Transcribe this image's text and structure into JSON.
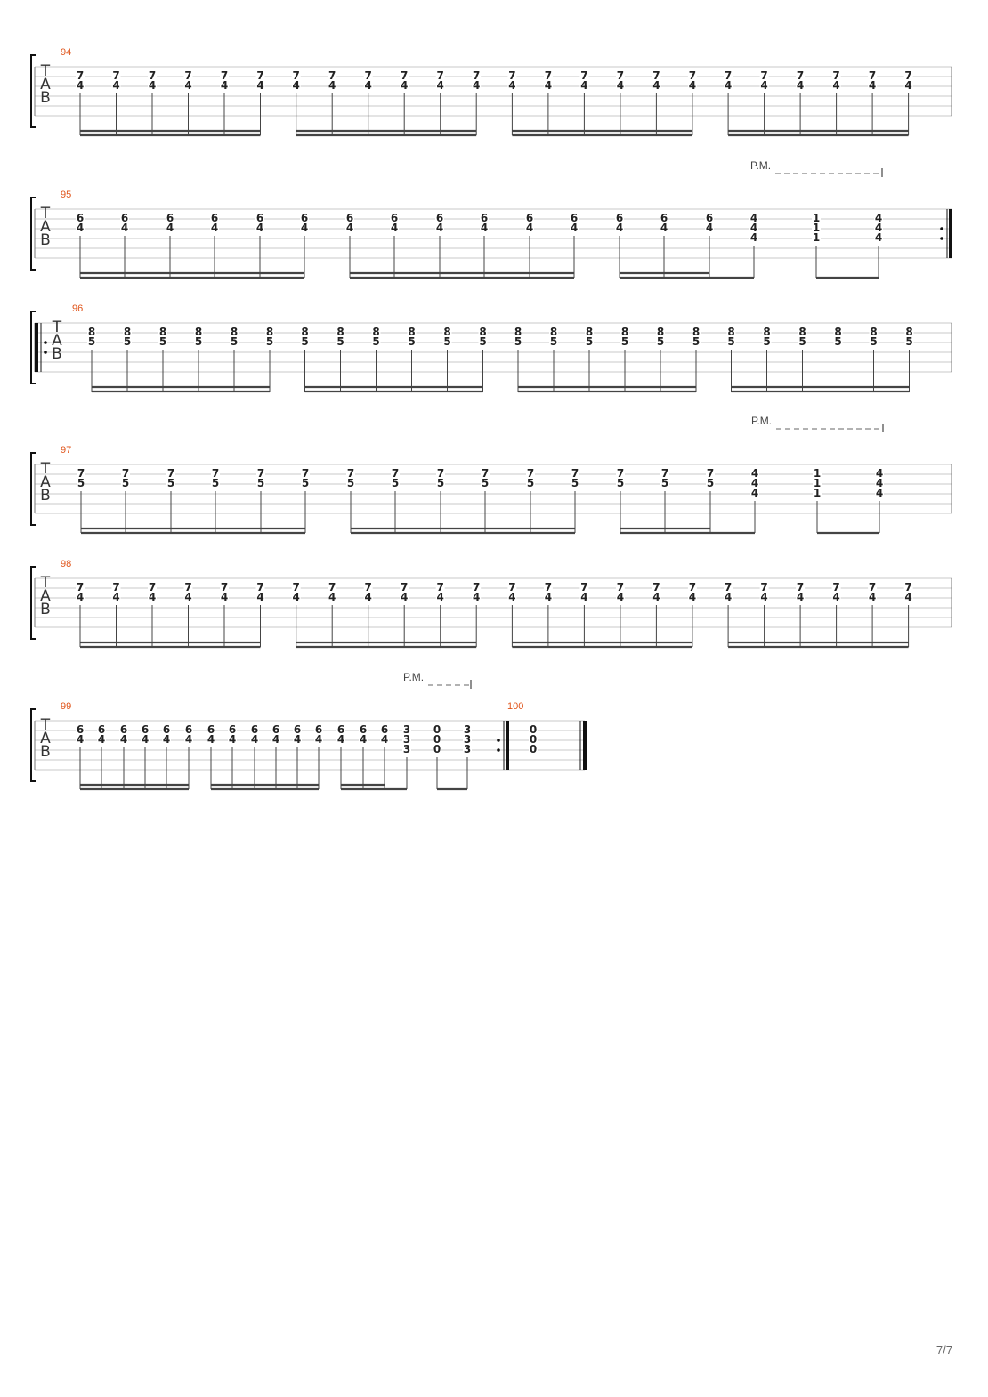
{
  "page_number": "7/7",
  "tab_clef": [
    "T",
    "A",
    "B"
  ],
  "pm_label": "P.M.",
  "colors": {
    "bar_number": "#e0541a",
    "ink": "#222222",
    "staff_line": "#c8c8c8"
  },
  "systems": [
    {
      "bar_number": "94",
      "repeat_start": false,
      "repeat_end": false,
      "final": false,
      "palm_mute": null,
      "groups": [
        {
          "beam": 2,
          "notes": [
            [
              "7",
              "4"
            ],
            [
              "7",
              "4"
            ],
            [
              "7",
              "4"
            ],
            [
              "7",
              "4"
            ],
            [
              "7",
              "4"
            ],
            [
              "7",
              "4"
            ]
          ]
        },
        {
          "beam": 2,
          "notes": [
            [
              "7",
              "4"
            ],
            [
              "7",
              "4"
            ],
            [
              "7",
              "4"
            ],
            [
              "7",
              "4"
            ],
            [
              "7",
              "4"
            ],
            [
              "7",
              "4"
            ]
          ]
        },
        {
          "beam": 2,
          "notes": [
            [
              "7",
              "4"
            ],
            [
              "7",
              "4"
            ],
            [
              "7",
              "4"
            ],
            [
              "7",
              "4"
            ],
            [
              "7",
              "4"
            ],
            [
              "7",
              "4"
            ]
          ]
        },
        {
          "beam": 2,
          "notes": [
            [
              "7",
              "4"
            ],
            [
              "7",
              "4"
            ],
            [
              "7",
              "4"
            ],
            [
              "7",
              "4"
            ],
            [
              "7",
              "4"
            ],
            [
              "7",
              "4"
            ]
          ]
        }
      ]
    },
    {
      "bar_number": "95",
      "repeat_start": false,
      "repeat_end": true,
      "final": false,
      "palm_mute": {
        "from_note": 15,
        "to_note": 17
      },
      "groups": [
        {
          "beam": 2,
          "notes": [
            [
              "6",
              "4"
            ],
            [
              "6",
              "4"
            ],
            [
              "6",
              "4"
            ],
            [
              "6",
              "4"
            ],
            [
              "6",
              "4"
            ],
            [
              "6",
              "4"
            ]
          ]
        },
        {
          "beam": 2,
          "notes": [
            [
              "6",
              "4"
            ],
            [
              "6",
              "4"
            ],
            [
              "6",
              "4"
            ],
            [
              "6",
              "4"
            ],
            [
              "6",
              "4"
            ],
            [
              "6",
              "4"
            ]
          ]
        },
        {
          "beam": 2,
          "beam1_to": 4,
          "notes": [
            [
              "6",
              "4"
            ],
            [
              "6",
              "4"
            ],
            [
              "6",
              "4"
            ],
            [
              "4",
              "4",
              "4"
            ]
          ]
        },
        {
          "beam": 1,
          "notes": [
            [
              "1",
              "1",
              "1"
            ],
            [
              "4",
              "4",
              "4"
            ]
          ]
        }
      ]
    },
    {
      "bar_number": "96",
      "repeat_start": true,
      "repeat_end": false,
      "final": false,
      "palm_mute": null,
      "groups": [
        {
          "beam": 2,
          "notes": [
            [
              "8",
              "5"
            ],
            [
              "8",
              "5"
            ],
            [
              "8",
              "5"
            ],
            [
              "8",
              "5"
            ],
            [
              "8",
              "5"
            ],
            [
              "8",
              "5"
            ]
          ]
        },
        {
          "beam": 2,
          "notes": [
            [
              "8",
              "5"
            ],
            [
              "8",
              "5"
            ],
            [
              "8",
              "5"
            ],
            [
              "8",
              "5"
            ],
            [
              "8",
              "5"
            ],
            [
              "8",
              "5"
            ]
          ]
        },
        {
          "beam": 2,
          "notes": [
            [
              "8",
              "5"
            ],
            [
              "8",
              "5"
            ],
            [
              "8",
              "5"
            ],
            [
              "8",
              "5"
            ],
            [
              "8",
              "5"
            ],
            [
              "8",
              "5"
            ]
          ]
        },
        {
          "beam": 2,
          "notes": [
            [
              "8",
              "5"
            ],
            [
              "8",
              "5"
            ],
            [
              "8",
              "5"
            ],
            [
              "8",
              "5"
            ],
            [
              "8",
              "5"
            ],
            [
              "8",
              "5"
            ]
          ]
        }
      ]
    },
    {
      "bar_number": "97",
      "repeat_start": false,
      "repeat_end": false,
      "final": false,
      "palm_mute": {
        "from_note": 15,
        "to_note": 17
      },
      "groups": [
        {
          "beam": 2,
          "notes": [
            [
              "7",
              "5"
            ],
            [
              "7",
              "5"
            ],
            [
              "7",
              "5"
            ],
            [
              "7",
              "5"
            ],
            [
              "7",
              "5"
            ],
            [
              "7",
              "5"
            ]
          ]
        },
        {
          "beam": 2,
          "notes": [
            [
              "7",
              "5"
            ],
            [
              "7",
              "5"
            ],
            [
              "7",
              "5"
            ],
            [
              "7",
              "5"
            ],
            [
              "7",
              "5"
            ],
            [
              "7",
              "5"
            ]
          ]
        },
        {
          "beam": 2,
          "beam1_to": 4,
          "notes": [
            [
              "7",
              "5"
            ],
            [
              "7",
              "5"
            ],
            [
              "7",
              "5"
            ],
            [
              "4",
              "4",
              "4"
            ]
          ]
        },
        {
          "beam": 1,
          "notes": [
            [
              "1",
              "1",
              "1"
            ],
            [
              "4",
              "4",
              "4"
            ]
          ]
        }
      ]
    },
    {
      "bar_number": "98",
      "repeat_start": false,
      "repeat_end": false,
      "final": false,
      "palm_mute": null,
      "groups": [
        {
          "beam": 2,
          "notes": [
            [
              "7",
              "4"
            ],
            [
              "7",
              "4"
            ],
            [
              "7",
              "4"
            ],
            [
              "7",
              "4"
            ],
            [
              "7",
              "4"
            ],
            [
              "7",
              "4"
            ]
          ]
        },
        {
          "beam": 2,
          "notes": [
            [
              "7",
              "4"
            ],
            [
              "7",
              "4"
            ],
            [
              "7",
              "4"
            ],
            [
              "7",
              "4"
            ],
            [
              "7",
              "4"
            ],
            [
              "7",
              "4"
            ]
          ]
        },
        {
          "beam": 2,
          "notes": [
            [
              "7",
              "4"
            ],
            [
              "7",
              "4"
            ],
            [
              "7",
              "4"
            ],
            [
              "7",
              "4"
            ],
            [
              "7",
              "4"
            ],
            [
              "7",
              "4"
            ]
          ]
        },
        {
          "beam": 2,
          "notes": [
            [
              "7",
              "4"
            ],
            [
              "7",
              "4"
            ],
            [
              "7",
              "4"
            ],
            [
              "7",
              "4"
            ],
            [
              "7",
              "4"
            ],
            [
              "7",
              "4"
            ]
          ]
        }
      ]
    },
    {
      "bar_number": "99",
      "bar_number_2": "100",
      "repeat_start": false,
      "repeat_end": true,
      "final": true,
      "palm_mute": {
        "from_note": 15,
        "to_note": 17
      },
      "groups": [
        {
          "beam": 2,
          "notes": [
            [
              "6",
              "4"
            ],
            [
              "6",
              "4"
            ],
            [
              "6",
              "4"
            ],
            [
              "6",
              "4"
            ],
            [
              "6",
              "4"
            ],
            [
              "6",
              "4"
            ]
          ]
        },
        {
          "beam": 2,
          "notes": [
            [
              "6",
              "4"
            ],
            [
              "6",
              "4"
            ],
            [
              "6",
              "4"
            ],
            [
              "6",
              "4"
            ],
            [
              "6",
              "4"
            ],
            [
              "6",
              "4"
            ]
          ]
        },
        {
          "beam": 2,
          "beam1_to": 4,
          "notes": [
            [
              "6",
              "4"
            ],
            [
              "6",
              "4"
            ],
            [
              "6",
              "4"
            ],
            [
              "3",
              "3",
              "3"
            ]
          ]
        },
        {
          "beam": 1,
          "notes": [
            [
              "0",
              "0",
              "0"
            ],
            [
              "3",
              "3",
              "3"
            ]
          ]
        }
      ],
      "final_chord": [
        "0",
        "0",
        "0"
      ]
    }
  ]
}
